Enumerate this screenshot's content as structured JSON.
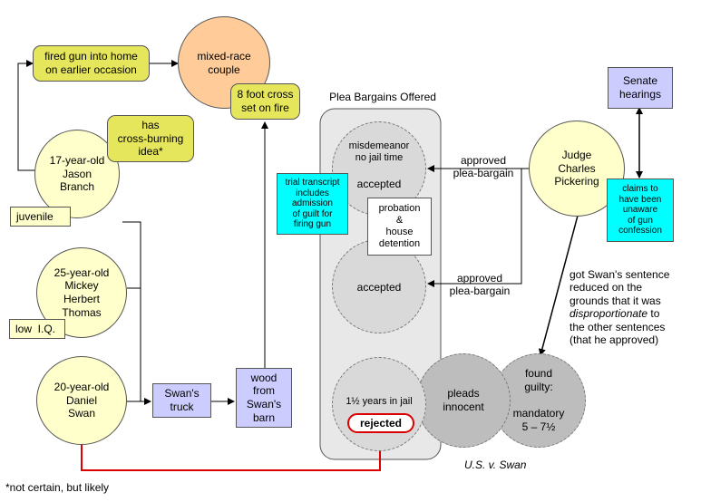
{
  "plea_panel_title": "Plea Bargains Offered",
  "people": {
    "jason": "17-year-old\nJason\nBranch",
    "mickey": "25-year-old\nMickey\nHerbert\nThomas",
    "daniel": "20-year-old\nDaniel\nSwan"
  },
  "tags": {
    "juvenile": "juvenile",
    "low_iq": "low  I.Q."
  },
  "events": {
    "fired_gun": "fired gun into home\non earlier occasion",
    "cross_idea": "has\ncross-burning\nidea*",
    "cross_fire": "8 foot cross\nset on fire",
    "couple": "mixed-race\ncouple"
  },
  "evidence": {
    "truck": "Swan's\ntruck",
    "wood": "wood\nfrom\nSwan's\nbarn",
    "transcript": "trial transcript\nincludes\nadmission\nof guilt for\nfiring gun",
    "probation": "probation\n&\nhouse\ndetention"
  },
  "pleas": {
    "misdemeanor_top": "misdemeanor\nno jail time",
    "accepted_1": "accepted",
    "accepted_2": "accepted",
    "jail": "1½ years in jail",
    "rejected": "rejected",
    "innocent": "pleads\ninnocent",
    "guilty": "found\nguilty:\n\nmandatory\n5 – 7½"
  },
  "judge": {
    "name": "Judge\nCharles\nPickering",
    "approved_1": "approved\nplea-bargain",
    "approved_2": "approved\nplea-bargain",
    "senate": "Senate\nhearings",
    "claims": "claims to\nhave been\nunaware\nof gun\nconfession",
    "reduced_1": "got Swan's sentence\nreduced on the\ngrounds that it was",
    "reduced_emph": "disproportionate",
    "reduced_2": " to",
    "reduced_3": "the other sentences\n(that he approved)"
  },
  "case_name": "U.S. v. Swan",
  "footnote": "*not certain, but likely",
  "colors": {
    "person": "#ffffcc",
    "couple": "#ffcc99",
    "event": "#e6e65c",
    "evidence": "#ccccff",
    "cyan": "#00ffff",
    "plea": "#d9d9d9",
    "outcome": "#bdbdbd",
    "panel": "#e8e8e8",
    "red": "#dd0000"
  }
}
